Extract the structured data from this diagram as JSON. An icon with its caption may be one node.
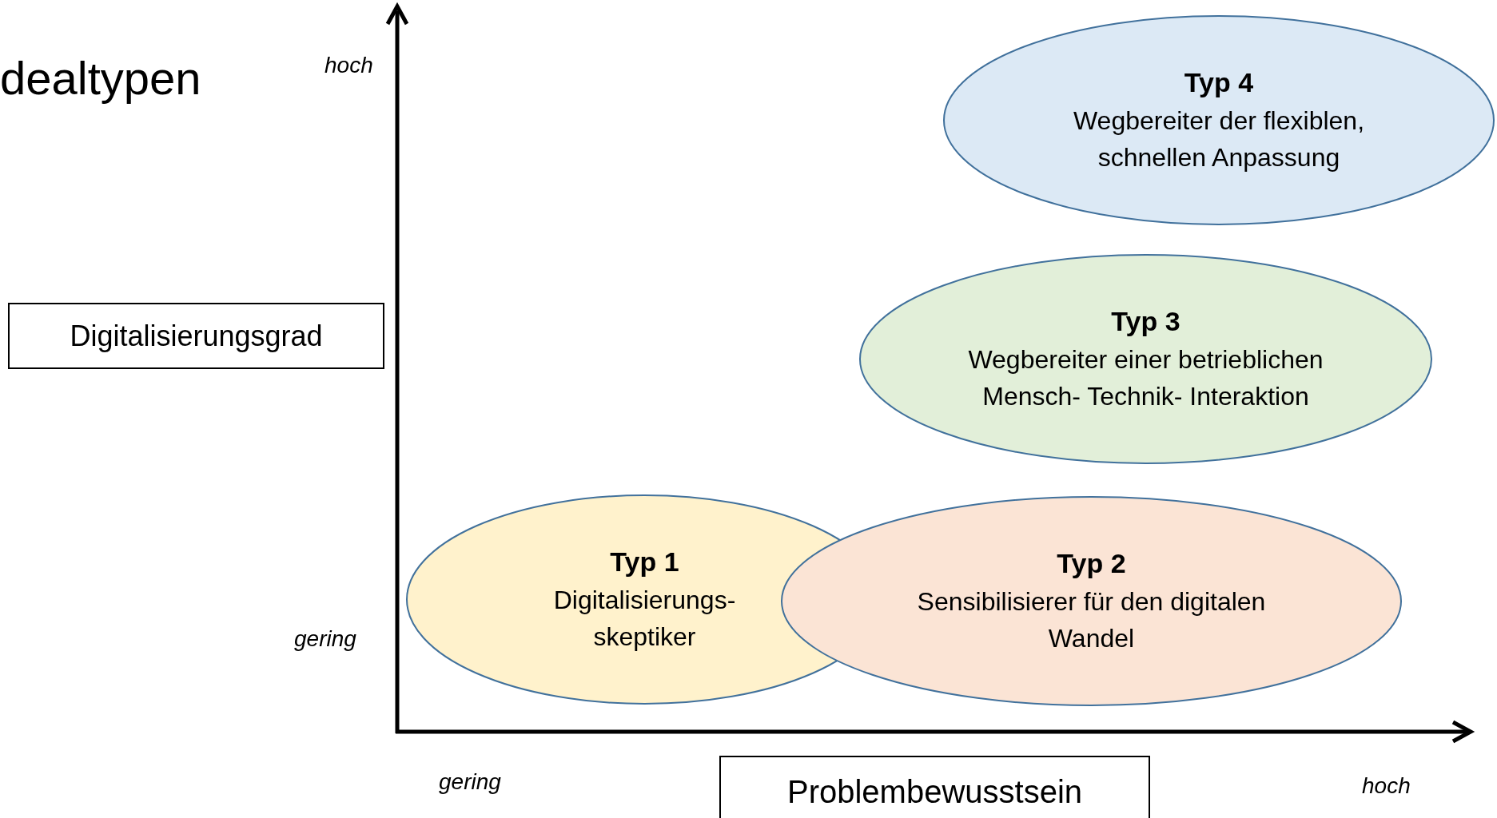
{
  "diagram": {
    "title": "dealtypen",
    "nodes": [
      {
        "text": [
          "Typ 4",
          "Wegbereiter der flexiblen, schnellen Anpassung"
        ]
      },
      {
        "text": [
          "Digitalisierungsgrad"
        ]
      },
      {
        "text": [
          "Typ 3",
          "Wegbereiter einer betrieblichen Mensch- Technik- Interaktion"
        ]
      },
      {
        "text": [
          "Typ 1",
          "Digitalisierungs- skeptiker"
        ]
      },
      {
        "text": [
          "Typ 2",
          "Sensibilisierer für den digitalen Wandel"
        ]
      },
      {
        "text": [
          "Problembewusstsein"
        ]
      }
    ],
    "edges": [],
    "labels": [
      "hoch",
      "gering",
      "gering",
      "hoch"
    ]
  }
}
